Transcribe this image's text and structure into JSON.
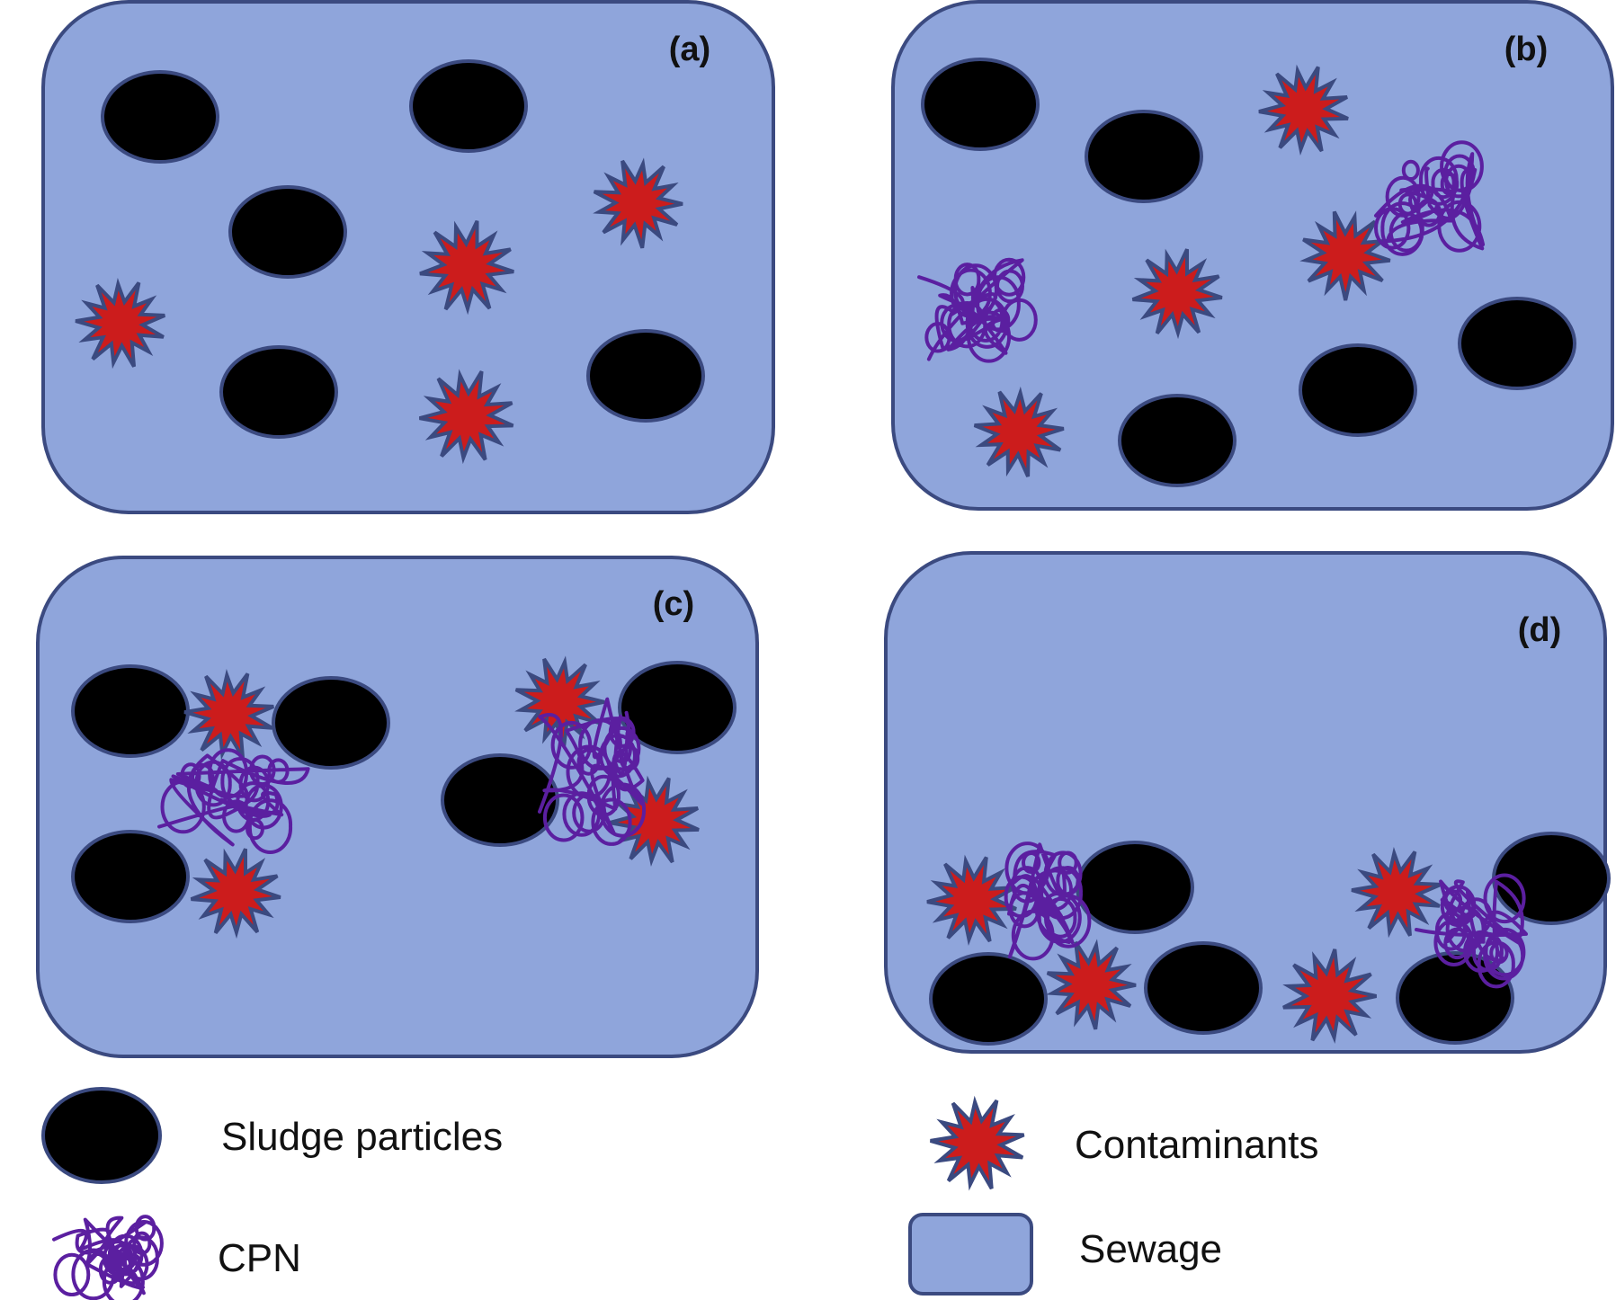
{
  "colors": {
    "sewage_fill": "#8FA5DB",
    "sewage_stroke": "#3B4A80",
    "sludge_fill": "#000000",
    "sludge_stroke": "#3B4A80",
    "contaminant_fill": "#CC1C1C",
    "contaminant_stroke": "#3B4A80",
    "cpn_stroke": "#5B1FA0"
  },
  "panels": [
    {
      "label": "(a)"
    },
    {
      "label": "(b)"
    },
    {
      "label": "(c)"
    },
    {
      "label": "(d)"
    }
  ],
  "legend": {
    "sludge_label": "Sludge particles",
    "sludge_icon": "sludge-particle-icon",
    "contaminants_label": "Contaminants",
    "contaminants_icon": "contaminant-starburst-icon",
    "cpn_label": "CPN",
    "cpn_icon": "cpn-scribble-icon",
    "sewage_label": "Sewage",
    "sewage_icon": "sewage-box-icon"
  }
}
